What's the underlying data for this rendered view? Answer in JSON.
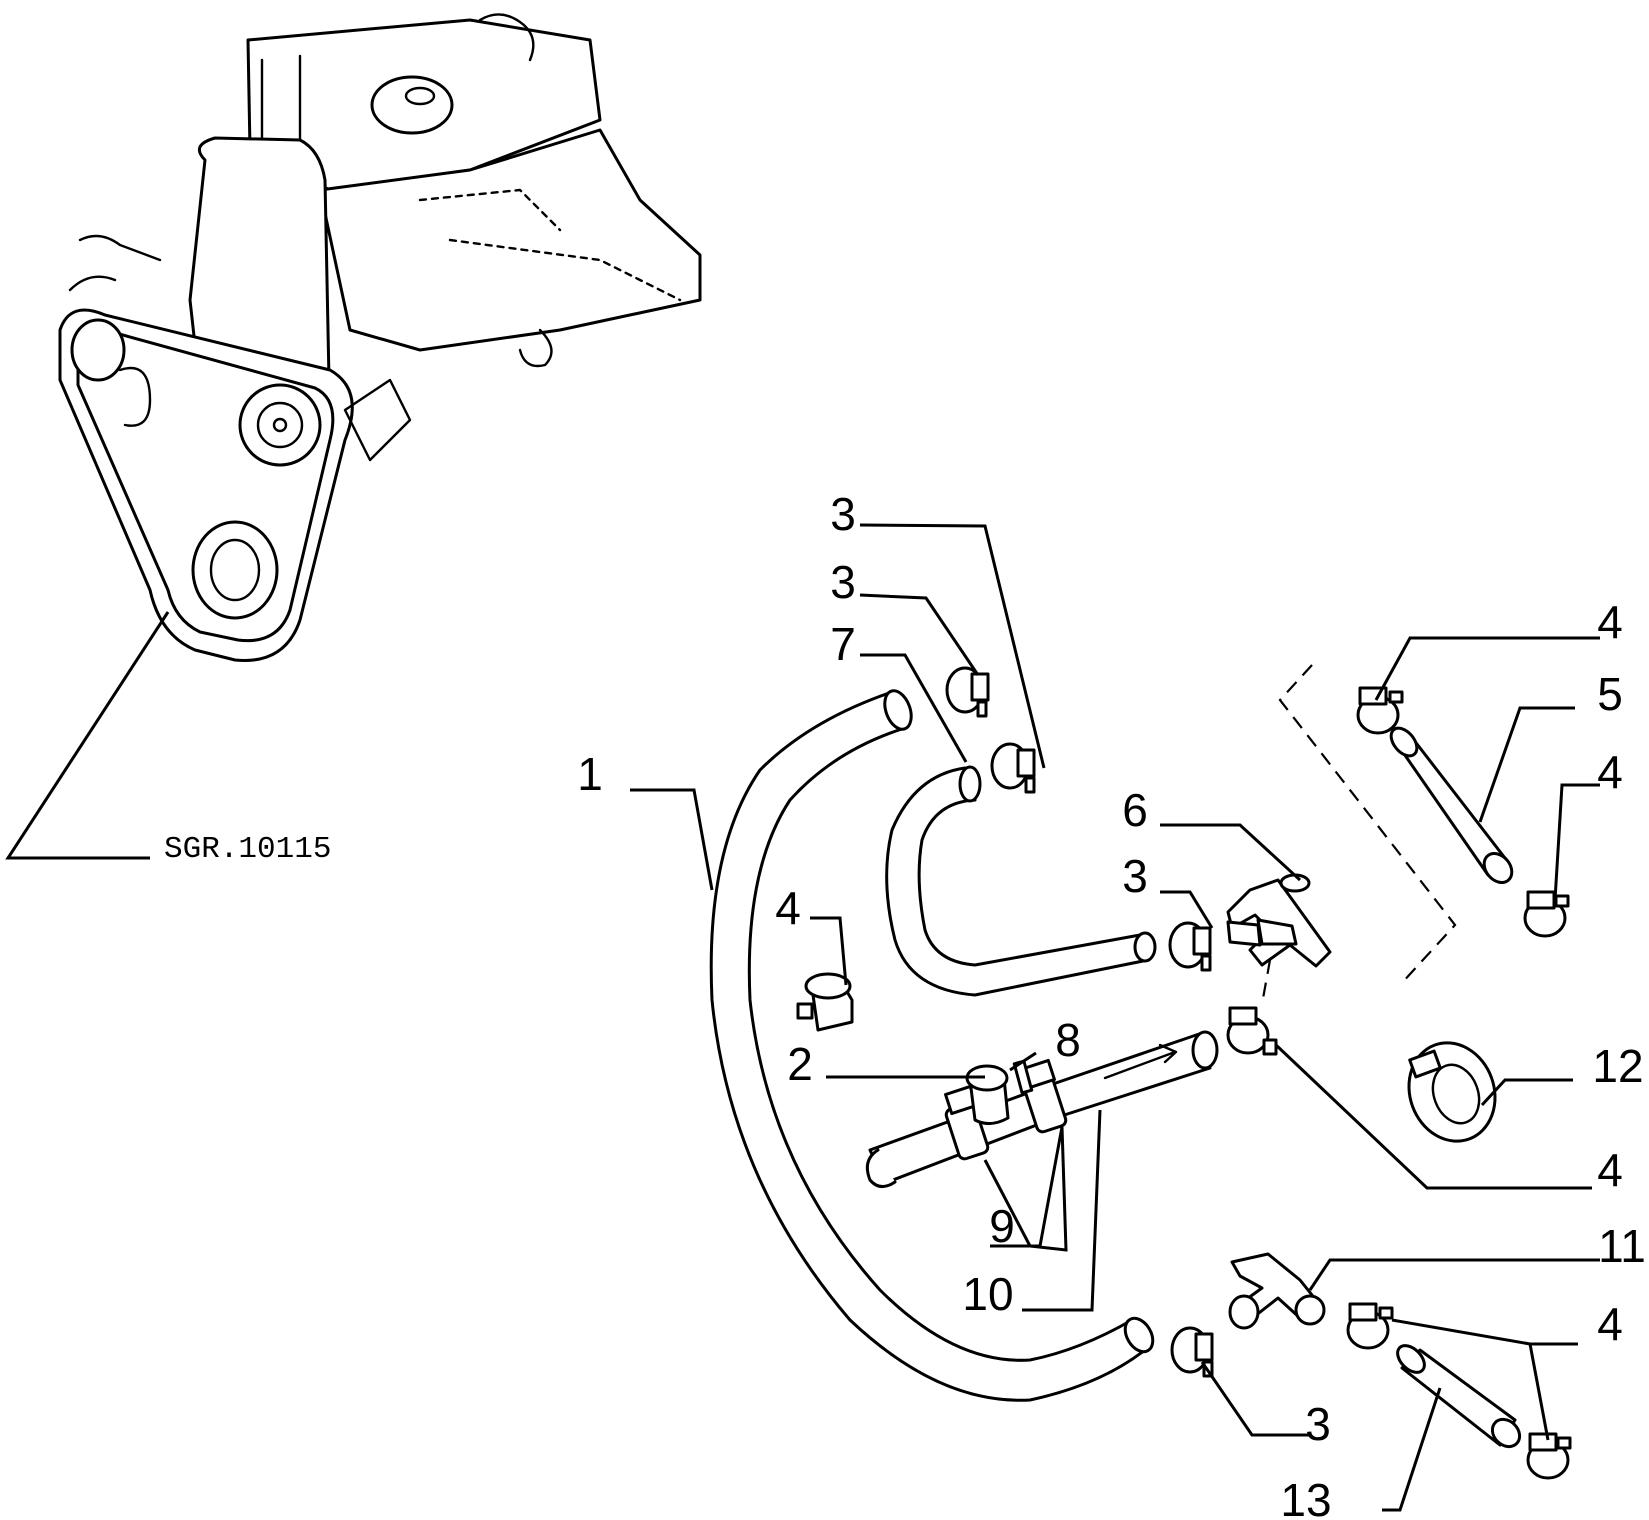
{
  "reference_code": "SGR.10115",
  "callouts": [
    {
      "id": "c-1",
      "label": "1"
    },
    {
      "id": "c-2",
      "label": "2"
    },
    {
      "id": "c-3a",
      "label": "3"
    },
    {
      "id": "c-3b",
      "label": "3"
    },
    {
      "id": "c-3c",
      "label": "3"
    },
    {
      "id": "c-3d",
      "label": "3"
    },
    {
      "id": "c-4a",
      "label": "4"
    },
    {
      "id": "c-4b",
      "label": "4"
    },
    {
      "id": "c-4c",
      "label": "4"
    },
    {
      "id": "c-4d",
      "label": "4"
    },
    {
      "id": "c-4e",
      "label": "4"
    },
    {
      "id": "c-5",
      "label": "5"
    },
    {
      "id": "c-6",
      "label": "6"
    },
    {
      "id": "c-7",
      "label": "7"
    },
    {
      "id": "c-8",
      "label": "8"
    },
    {
      "id": "c-9",
      "label": "9"
    },
    {
      "id": "c-10",
      "label": "10"
    },
    {
      "id": "c-11",
      "label": "11"
    },
    {
      "id": "c-12",
      "label": "12"
    },
    {
      "id": "c-13",
      "label": "13"
    }
  ]
}
